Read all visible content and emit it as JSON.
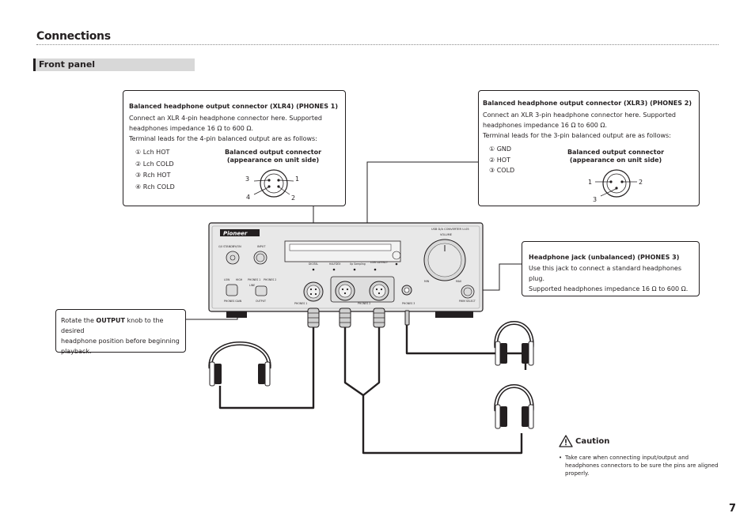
{
  "page": {
    "title": "Connections",
    "section": "Front panel",
    "page_number": "7"
  },
  "xlr4": {
    "heading": "Balanced headphone output connector (XLR4) (PHONES 1)",
    "line1": "Connect an XLR 4-pin headphone connector here. Supported",
    "line2": "headphones impedance 16 Ω to 600 Ω.",
    "line3": "Terminal leads for the 4-pin balanced output are as follows:",
    "pins": [
      "① Lch HOT",
      "② Lch COLD",
      "③ Rch HOT",
      "④ Rch COLD"
    ],
    "diagram_title": [
      "Balanced output connector",
      "(appearance on unit side)"
    ],
    "diagram_numbers": [
      "3",
      "1",
      "4",
      "2"
    ]
  },
  "xlr3": {
    "heading": "Balanced headphone output connector (XLR3) (PHONES 2)",
    "line1": "Connect an XLR 3-pin headphone connector here. Supported",
    "line2": "headphones impedance 16 Ω to 600 Ω.",
    "line3": "Terminal leads for the 3-pin balanced output are as follows:",
    "pins": [
      "① GND",
      "② HOT",
      "③ COLD"
    ],
    "diagram_title": [
      "Balanced output connector",
      "(appearance on unit side)"
    ],
    "diagram_numbers": [
      "1",
      "2",
      "3"
    ]
  },
  "jack": {
    "heading": "Headphone jack (unbalanced) (PHONES 3)",
    "line1": "Use this jack to connect a standard headphones plug.",
    "line2": "Supported headphones impedance 16 Ω to 600 Ω."
  },
  "output_note": {
    "before": "Rotate the ",
    "bold": "OUTPUT",
    "after": " knob to the desired",
    "line2": "headphone position before beginning",
    "line3": "playback."
  },
  "caution": {
    "title": "Caution",
    "bullet": "Take care when connecting input/output and headphones connectors to be sure the pins are aligned properly."
  },
  "device": {
    "brand": "Pioneer",
    "model": "USB D/A CONVERTER  U-05",
    "volume": "VOLUME",
    "standby": "⏻/I STANDBY/ON",
    "input": "INPUT",
    "display_labels": [
      "DIGITAL",
      "HALFDEX",
      "Up Sampling",
      "LOW LATENCY"
    ],
    "selector_labels": [
      "LINE",
      "PHONES 1",
      "PHONES 2"
    ],
    "phones_labels": [
      "PHONES 1",
      "PHONES 2",
      "PHONES 3"
    ],
    "phones_gain": "PHONES GAIN",
    "output": "OUTPUT",
    "pwm_select": "PWM SELECT",
    "min": "MIN",
    "max": "MAX",
    "low": "LOW",
    "high": "HIGH"
  }
}
